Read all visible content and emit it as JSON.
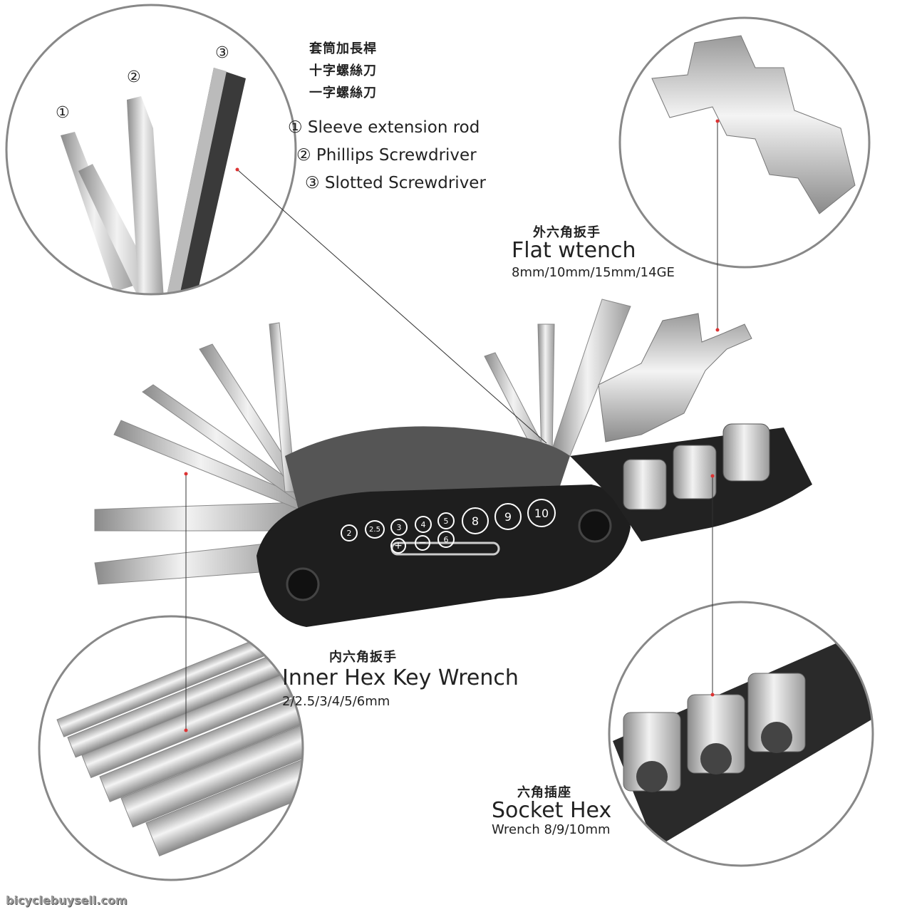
{
  "screwdriver_callout": {
    "cjk_lines": [
      "套筒加長桿",
      "十字螺絲刀",
      "一字螺絲刀"
    ],
    "items": [
      "① Sleeve extension rod",
      "② Phillips Screwdriver",
      "③ Slotted Screwdriver"
    ],
    "markers": [
      "①",
      "②",
      "③"
    ]
  },
  "flat_wrench_callout": {
    "cjk": "外六角扳手",
    "title": "Flat wtench",
    "sizes": "8mm/10mm/15mm/14GE"
  },
  "hex_key_callout": {
    "cjk": "内六角扳手",
    "title": "Inner Hex Key Wrench",
    "sizes": "2/2.5/3/4/5/6mm"
  },
  "socket_callout": {
    "cjk": "六角插座",
    "title": "Socket Hex",
    "sizes": "Wrench 8/9/10mm"
  },
  "tool_body_labels": [
    "2",
    "2.5",
    "3",
    "4",
    "5",
    "+",
    "−",
    "6",
    "8",
    "9",
    "10"
  ],
  "watermark": "bicyclebuysell.com"
}
